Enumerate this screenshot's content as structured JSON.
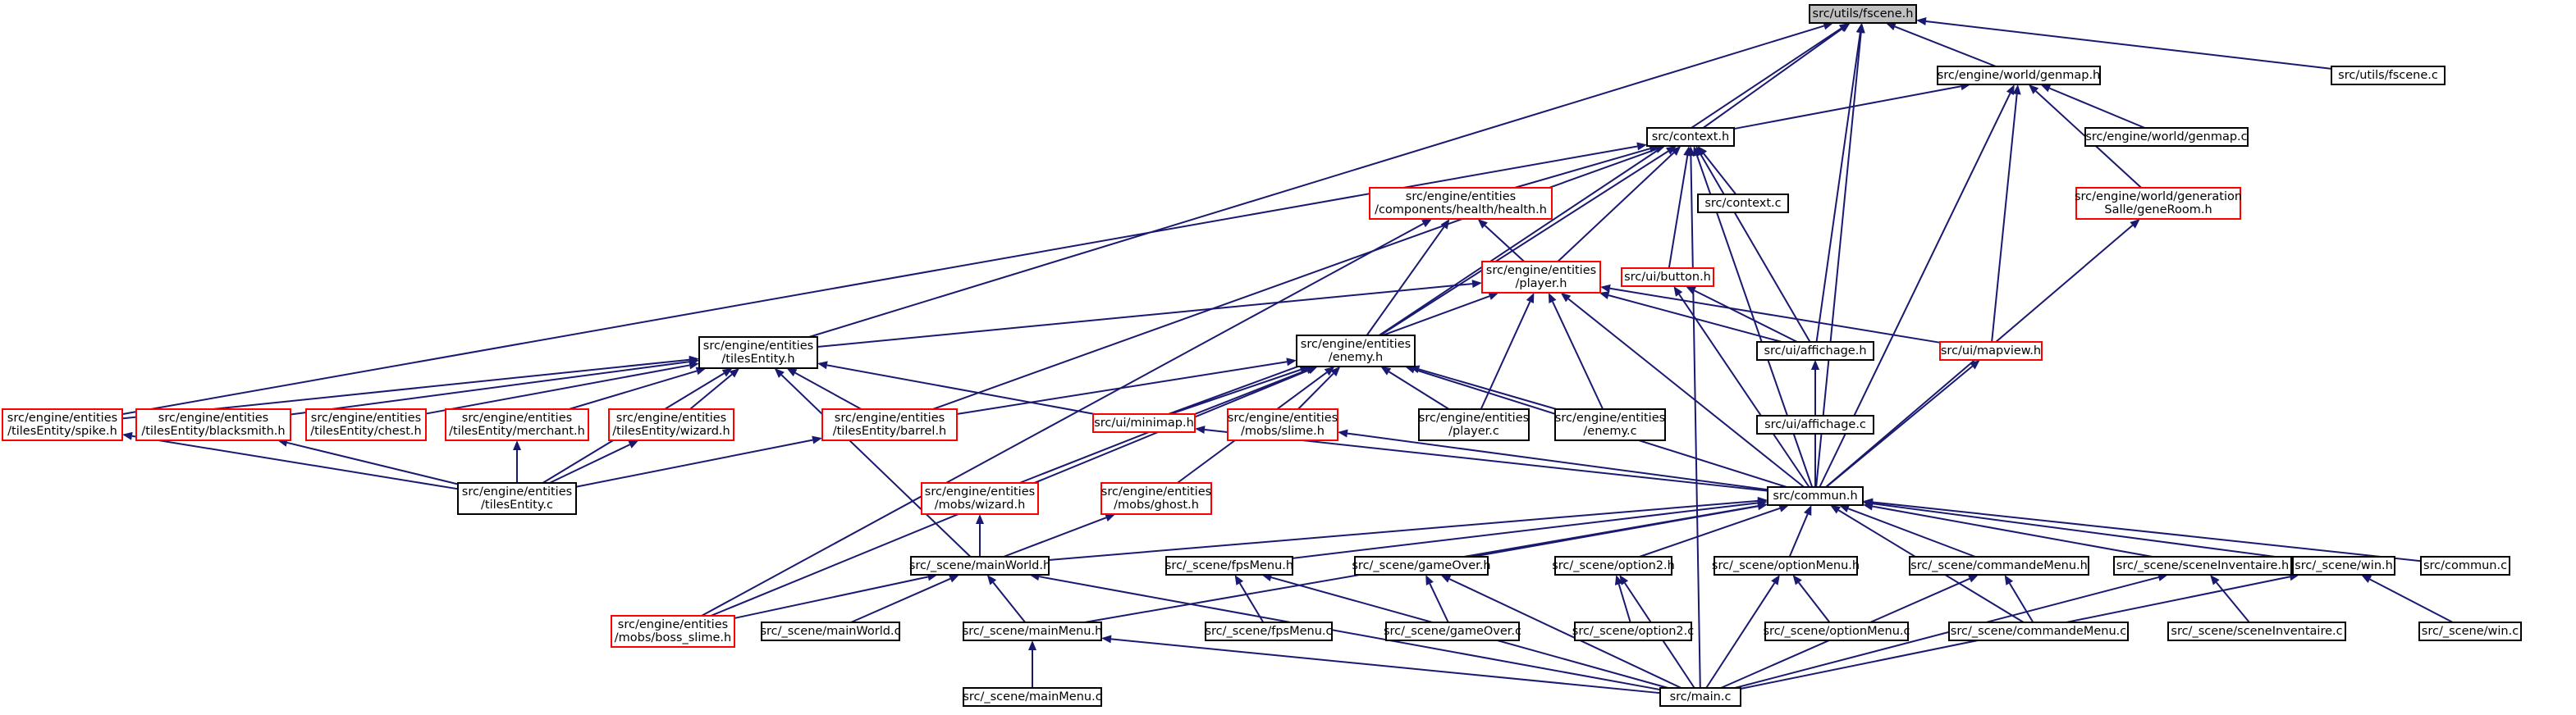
{
  "colors": {
    "edge": "#191970",
    "node_border": "#000000",
    "node_border_incomplete": "#ff0000",
    "focus_fill": "#bfbfbf"
  },
  "nodes": {
    "fscene_h": {
      "lines": [
        "src/utils/fscene.h"
      ],
      "focus": true
    },
    "genmap_h": {
      "lines": [
        "src/engine/world/genmap.h"
      ]
    },
    "fscene_c": {
      "lines": [
        "src/utils/fscene.c"
      ]
    },
    "context_h": {
      "lines": [
        "src/context.h"
      ]
    },
    "genmap_c": {
      "lines": [
        "src/engine/world/genmap.c"
      ]
    },
    "health_h": {
      "lines": [
        "src/engine/entities",
        "/components/health/health.h"
      ],
      "incomplete": true
    },
    "context_c": {
      "lines": [
        "src/context.c"
      ]
    },
    "generoom_h": {
      "lines": [
        "src/engine/world/generation",
        "Salle/geneRoom.h"
      ],
      "incomplete": true
    },
    "player_h": {
      "lines": [
        "src/engine/entities",
        "/player.h"
      ],
      "incomplete": true
    },
    "button_h": {
      "lines": [
        "src/ui/button.h"
      ],
      "incomplete": true
    },
    "tilesentity_h": {
      "lines": [
        "src/engine/entities",
        "/tilesEntity.h"
      ]
    },
    "enemy_h": {
      "lines": [
        "src/engine/entities",
        "/enemy.h"
      ]
    },
    "affichage_h": {
      "lines": [
        "src/ui/affichage.h"
      ]
    },
    "mapview_h": {
      "lines": [
        "src/ui/mapview.h"
      ],
      "incomplete": true
    },
    "spike_h": {
      "lines": [
        "src/engine/entities",
        "/tilesEntity/spike.h"
      ],
      "incomplete": true
    },
    "blacksmith_h": {
      "lines": [
        "src/engine/entities",
        "/tilesEntity/blacksmith.h"
      ],
      "incomplete": true
    },
    "chest_h": {
      "lines": [
        "src/engine/entities",
        "/tilesEntity/chest.h"
      ],
      "incomplete": true
    },
    "merchant_h": {
      "lines": [
        "src/engine/entities",
        "/tilesEntity/merchant.h"
      ],
      "incomplete": true
    },
    "wizardtile_h": {
      "lines": [
        "src/engine/entities",
        "/tilesEntity/wizard.h"
      ],
      "incomplete": true
    },
    "barrel_h": {
      "lines": [
        "src/engine/entities",
        "/tilesEntity/barrel.h"
      ],
      "incomplete": true
    },
    "minimap_h": {
      "lines": [
        "src/ui/minimap.h"
      ],
      "incomplete": true
    },
    "slime_h": {
      "lines": [
        "src/engine/entities",
        "/mobs/slime.h"
      ],
      "incomplete": true
    },
    "player_c": {
      "lines": [
        "src/engine/entities",
        "/player.c"
      ]
    },
    "enemy_c": {
      "lines": [
        "src/engine/entities",
        "/enemy.c"
      ]
    },
    "affichage_c": {
      "lines": [
        "src/ui/affichage.c"
      ]
    },
    "tilesentity_c": {
      "lines": [
        "src/engine/entities",
        "/tilesEntity.c"
      ]
    },
    "mobwizard_h": {
      "lines": [
        "src/engine/entities",
        "/mobs/wizard.h"
      ],
      "incomplete": true
    },
    "ghost_h": {
      "lines": [
        "src/engine/entities",
        "/mobs/ghost.h"
      ],
      "incomplete": true
    },
    "commun_h": {
      "lines": [
        "src/commun.h"
      ]
    },
    "mainworld_h": {
      "lines": [
        "src/_scene/mainWorld.h"
      ]
    },
    "fpsmenu_h": {
      "lines": [
        "src/_scene/fpsMenu.h"
      ]
    },
    "gameover_h": {
      "lines": [
        "src/_scene/gameOver.h"
      ]
    },
    "option2_h": {
      "lines": [
        "src/_scene/option2.h"
      ]
    },
    "optionmenu_h": {
      "lines": [
        "src/_scene/optionMenu.h"
      ]
    },
    "commandemenu_h": {
      "lines": [
        "src/_scene/commandeMenu.h"
      ]
    },
    "sceneinventaire_h": {
      "lines": [
        "src/_scene/sceneInventaire.h"
      ]
    },
    "win_h": {
      "lines": [
        "src/_scene/win.h"
      ]
    },
    "commun_c": {
      "lines": [
        "src/commun.c"
      ]
    },
    "boss_slime_h": {
      "lines": [
        "src/engine/entities",
        "/mobs/boss_slime.h"
      ],
      "incomplete": true
    },
    "mainworld_c": {
      "lines": [
        "src/_scene/mainWorld.c"
      ]
    },
    "mainmenu_h": {
      "lines": [
        "src/_scene/mainMenu.h"
      ]
    },
    "fpsmenu_c": {
      "lines": [
        "src/_scene/fpsMenu.c"
      ]
    },
    "gameover_c": {
      "lines": [
        "src/_scene/gameOver.c"
      ]
    },
    "option2_c": {
      "lines": [
        "src/_scene/option2.c"
      ]
    },
    "optionmenu_c": {
      "lines": [
        "src/_scene/optionMenu.c"
      ]
    },
    "commandemenu_c": {
      "lines": [
        "src/_scene/commandeMenu.c"
      ]
    },
    "sceneinventaire_c": {
      "lines": [
        "src/_scene/sceneInventaire.c"
      ]
    },
    "win_c": {
      "lines": [
        "src/_scene/win.c"
      ]
    },
    "mainmenu_c": {
      "lines": [
        "src/_scene/mainMenu.c"
      ]
    },
    "main_c": {
      "lines": [
        "src/main.c"
      ]
    }
  },
  "edges": [
    [
      "genmap_h",
      "fscene_h"
    ],
    [
      "context_h",
      "fscene_h"
    ],
    [
      "tilesentity_h",
      "fscene_h"
    ],
    [
      "enemy_h",
      "fscene_h"
    ],
    [
      "affichage_h",
      "fscene_h"
    ],
    [
      "commun_h",
      "fscene_h"
    ],
    [
      "fscene_c",
      "fscene_h"
    ],
    [
      "context_h",
      "genmap_h"
    ],
    [
      "genmap_c",
      "genmap_h"
    ],
    [
      "generoom_h",
      "genmap_h"
    ],
    [
      "mapview_h",
      "genmap_h"
    ],
    [
      "commun_h",
      "genmap_h"
    ],
    [
      "health_h",
      "context_h"
    ],
    [
      "context_c",
      "context_h"
    ],
    [
      "player_h",
      "context_h"
    ],
    [
      "button_h",
      "context_h"
    ],
    [
      "affichage_h",
      "context_h"
    ],
    [
      "enemy_h",
      "context_h"
    ],
    [
      "spike_h",
      "context_h"
    ],
    [
      "barrel_h",
      "context_h"
    ],
    [
      "commun_h",
      "context_h"
    ],
    [
      "main_c",
      "context_h"
    ],
    [
      "player_h",
      "health_h"
    ],
    [
      "enemy_h",
      "health_h"
    ],
    [
      "boss_slime_h",
      "health_h"
    ],
    [
      "tilesentity_h",
      "player_h"
    ],
    [
      "affichage_h",
      "player_h"
    ],
    [
      "mapview_h",
      "player_h"
    ],
    [
      "player_c",
      "player_h"
    ],
    [
      "enemy_c",
      "player_h"
    ],
    [
      "minimap_h",
      "player_h"
    ],
    [
      "commun_h",
      "player_h"
    ],
    [
      "affichage_h",
      "button_h"
    ],
    [
      "commun_h",
      "button_h"
    ],
    [
      "spike_h",
      "tilesentity_h"
    ],
    [
      "blacksmith_h",
      "tilesentity_h"
    ],
    [
      "chest_h",
      "tilesentity_h"
    ],
    [
      "merchant_h",
      "tilesentity_h"
    ],
    [
      "wizardtile_h",
      "tilesentity_h"
    ],
    [
      "barrel_h",
      "tilesentity_h"
    ],
    [
      "tilesentity_c",
      "tilesentity_h"
    ],
    [
      "minimap_h",
      "tilesentity_h"
    ],
    [
      "mainworld_h",
      "tilesentity_h"
    ],
    [
      "barrel_h",
      "enemy_h"
    ],
    [
      "minimap_h",
      "enemy_h"
    ],
    [
      "slime_h",
      "enemy_h"
    ],
    [
      "player_c",
      "enemy_h"
    ],
    [
      "enemy_c",
      "enemy_h"
    ],
    [
      "mobwizard_h",
      "enemy_h"
    ],
    [
      "ghost_h",
      "enemy_h"
    ],
    [
      "boss_slime_h",
      "enemy_h"
    ],
    [
      "commun_h",
      "enemy_h"
    ],
    [
      "affichage_c",
      "affichage_h"
    ],
    [
      "commun_h",
      "affichage_h"
    ],
    [
      "commun_h",
      "mapview_h"
    ],
    [
      "commun_h",
      "generoom_h"
    ],
    [
      "commun_h",
      "minimap_h"
    ],
    [
      "commun_h",
      "slime_h"
    ],
    [
      "tilesentity_c",
      "spike_h"
    ],
    [
      "tilesentity_c",
      "blacksmith_h"
    ],
    [
      "tilesentity_c",
      "merchant_h"
    ],
    [
      "tilesentity_c",
      "wizardtile_h"
    ],
    [
      "tilesentity_c",
      "barrel_h"
    ],
    [
      "mainworld_h",
      "mobwizard_h"
    ],
    [
      "mainworld_h",
      "ghost_h"
    ],
    [
      "mainworld_h",
      "commun_h"
    ],
    [
      "fpsmenu_h",
      "commun_h"
    ],
    [
      "gameover_h",
      "commun_h"
    ],
    [
      "option2_h",
      "commun_h"
    ],
    [
      "optionmenu_h",
      "commun_h"
    ],
    [
      "commandemenu_h",
      "commun_h"
    ],
    [
      "sceneinventaire_h",
      "commun_h"
    ],
    [
      "win_h",
      "commun_h"
    ],
    [
      "commun_c",
      "commun_h"
    ],
    [
      "mainmenu_h",
      "commun_h"
    ],
    [
      "commandemenu_c",
      "commun_h"
    ],
    [
      "boss_slime_h",
      "mainworld_h"
    ],
    [
      "mainworld_c",
      "mainworld_h"
    ],
    [
      "mainmenu_h",
      "mainworld_h"
    ],
    [
      "main_c",
      "mainworld_h"
    ],
    [
      "fpsmenu_c",
      "fpsmenu_h"
    ],
    [
      "main_c",
      "fpsmenu_h"
    ],
    [
      "gameover_c",
      "gameover_h"
    ],
    [
      "main_c",
      "gameover_h"
    ],
    [
      "option2_c",
      "option2_h"
    ],
    [
      "main_c",
      "option2_h"
    ],
    [
      "optionmenu_c",
      "optionmenu_h"
    ],
    [
      "main_c",
      "optionmenu_h"
    ],
    [
      "commandemenu_c",
      "commandemenu_h"
    ],
    [
      "main_c",
      "commandemenu_h"
    ],
    [
      "sceneinventaire_c",
      "sceneinventaire_h"
    ],
    [
      "main_c",
      "sceneinventaire_h"
    ],
    [
      "win_c",
      "win_h"
    ],
    [
      "main_c",
      "win_h"
    ],
    [
      "mainmenu_c",
      "mainmenu_h"
    ],
    [
      "main_c",
      "mainmenu_h"
    ]
  ]
}
